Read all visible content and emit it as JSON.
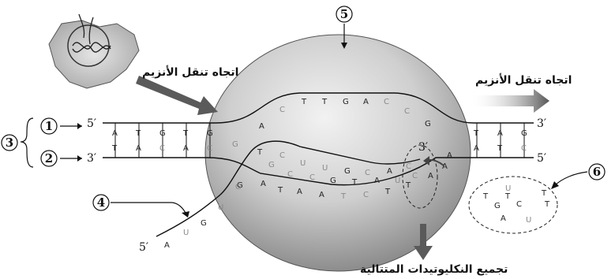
{
  "labels": {
    "enzyme_direction_left": "اتجاه تنقل الأنزيم",
    "enzyme_direction_right": "اتجاه تنقل الأنزيم",
    "nucleotide_assembly": "تجميع النكليوتيدات المتتالية"
  },
  "numbers": {
    "n1": "1",
    "n2": "2",
    "n3": "3",
    "n4": "4",
    "n5": "5",
    "n6": "6"
  },
  "ends": {
    "strand1_left": "5′",
    "strand2_left": "3′",
    "strand1_right": "3′",
    "strand2_right": "5′",
    "rna_3prime": "3′",
    "rna_5prime": "5′"
  },
  "bases": {
    "left_top": [
      "A",
      "T",
      "G",
      "T",
      "G"
    ],
    "left_bottom": [
      "T",
      "A",
      "C",
      "A",
      "C"
    ],
    "left_bottom_extra": "G",
    "bubble_top": [
      "A",
      "C",
      "T",
      "T",
      "G",
      "A",
      "C",
      "C",
      "G"
    ],
    "bubble_template": [
      "A",
      "G",
      "T",
      "A",
      "A",
      "T",
      "C",
      "T",
      "T",
      "A",
      "A",
      "G",
      "C",
      "C",
      "G",
      "T",
      "A",
      "A"
    ],
    "bubble_rna": [
      "T",
      "C",
      "U",
      "U",
      "G",
      "C",
      "A",
      "C",
      "C",
      "U"
    ],
    "rna_tail": [
      "G",
      "U",
      "G",
      "U",
      "A"
    ],
    "right_top": [
      "T",
      "A",
      "G"
    ],
    "right_bottom": [
      "A",
      "T",
      "C"
    ],
    "free_nucleotides": [
      "T",
      "G",
      "U",
      "T",
      "C",
      "U",
      "T",
      "A",
      "T"
    ]
  }
}
